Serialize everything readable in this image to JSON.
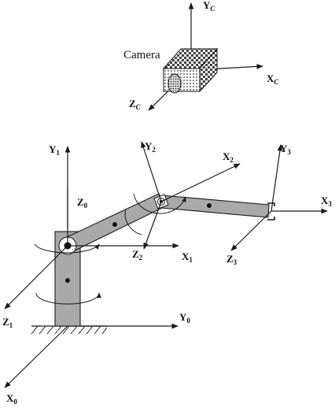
{
  "camera": {
    "label": "Camera",
    "axes": [
      {
        "id": "yc",
        "letter": "Y",
        "sub": "C"
      },
      {
        "id": "xc",
        "letter": "X",
        "sub": "C"
      },
      {
        "id": "zc",
        "letter": "Z",
        "sub": "C"
      }
    ]
  },
  "frames": [
    {
      "id": "y1",
      "letter": "Y",
      "sub": "1"
    },
    {
      "id": "z0",
      "letter": "Z",
      "sub": "0"
    },
    {
      "id": "y2",
      "letter": "Y",
      "sub": "2"
    },
    {
      "id": "x2",
      "letter": "X",
      "sub": "2"
    },
    {
      "id": "y3",
      "letter": "Y",
      "sub": "3"
    },
    {
      "id": "x3",
      "letter": "X",
      "sub": "3"
    },
    {
      "id": "z2",
      "letter": "Z",
      "sub": "2"
    },
    {
      "id": "x1",
      "letter": "X",
      "sub": "1"
    },
    {
      "id": "z3",
      "letter": "Z",
      "sub": "3"
    },
    {
      "id": "y0",
      "letter": "Y",
      "sub": "0"
    },
    {
      "id": "z1",
      "letter": "Z",
      "sub": "1"
    },
    {
      "id": "x0",
      "letter": "X",
      "sub": "0"
    }
  ]
}
